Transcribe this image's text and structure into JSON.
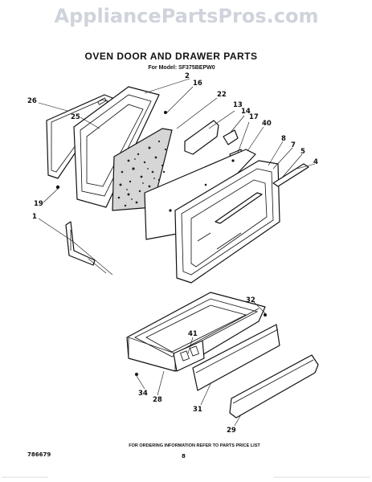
{
  "watermark": "AppliancePartsPros.com",
  "title": "OVEN DOOR AND  DRAWER PARTS",
  "subtitle": "For Model: SF375BEPW0",
  "part_numbers": [
    "2",
    "16",
    "26",
    "22",
    "13",
    "14",
    "25",
    "17",
    "40",
    "8",
    "7",
    "5",
    "4",
    "19",
    "1",
    "32",
    "41",
    "34",
    "28",
    "31",
    "29"
  ],
  "footer_note": "FOR ORDERING INFORMATION REFER TO PARTS PRICE LIST",
  "doc_number": "786679",
  "page_number": "8"
}
